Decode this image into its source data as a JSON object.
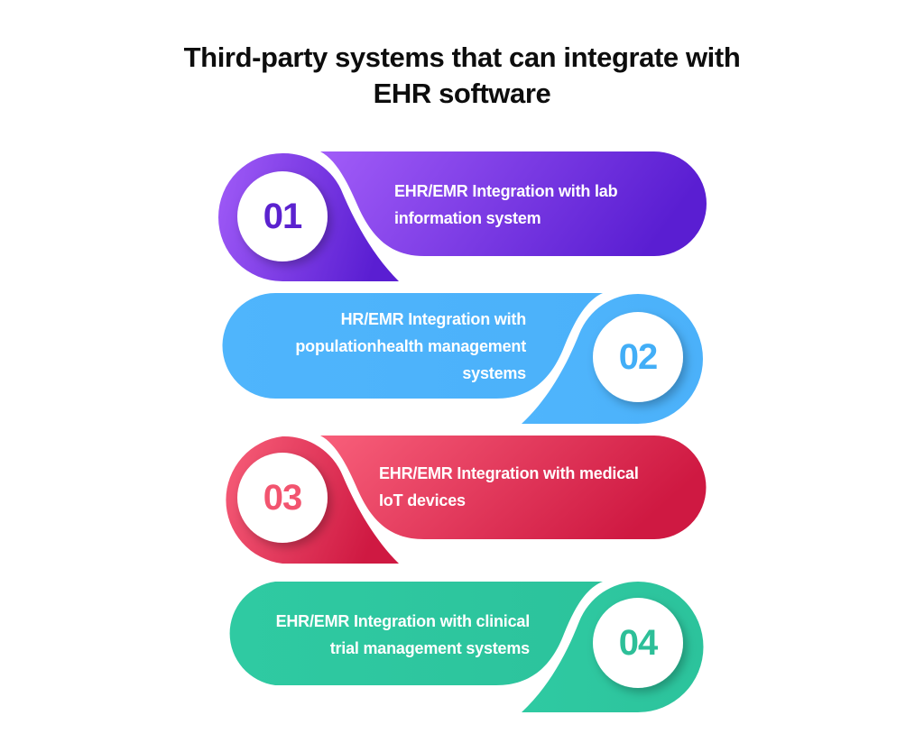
{
  "title": {
    "line1": "Third-party systems that can integrate with",
    "line2": "EHR software"
  },
  "items": [
    {
      "number": "01",
      "text_line1": "EHR/EMR Integration with lab",
      "text_line2": "information system",
      "text_line3": "",
      "color_start": "#9b59f6",
      "color_end": "#5c1fd4",
      "number_color": "#5b22cf"
    },
    {
      "number": "02",
      "text_line1": "HR/EMR Integration with",
      "text_line2": "populationhealth management",
      "text_line3": "systems",
      "color_start": "#4db3fb",
      "color_end": "#4db3fb",
      "number_color": "#42aef7"
    },
    {
      "number": "03",
      "text_line1": "EHR/EMR Integration with medical",
      "text_line2": "IoT devices",
      "text_line3": "",
      "color_start": "#f55a76",
      "color_end": "#d31c45",
      "number_color": "#f2546f"
    },
    {
      "number": "04",
      "text_line1": "EHR/EMR Integration with clinical",
      "text_line2": "trial management systems",
      "text_line3": "",
      "color_start": "#2ec8a0",
      "color_end": "#2ec8a0",
      "number_color": "#2dbf98"
    }
  ]
}
